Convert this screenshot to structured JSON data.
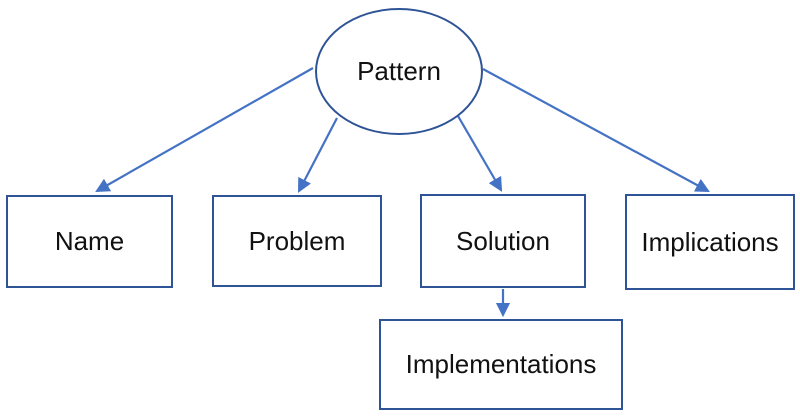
{
  "diagram": {
    "root": {
      "label": "Pattern"
    },
    "nodes": [
      {
        "id": "name",
        "label": "Name"
      },
      {
        "id": "problem",
        "label": "Problem"
      },
      {
        "id": "solution",
        "label": "Solution"
      },
      {
        "id": "implications",
        "label": "Implications"
      },
      {
        "id": "implementations",
        "label": "Implementations"
      }
    ],
    "edges": [
      {
        "from": "pattern",
        "to": "name"
      },
      {
        "from": "pattern",
        "to": "problem"
      },
      {
        "from": "pattern",
        "to": "solution"
      },
      {
        "from": "pattern",
        "to": "implications"
      },
      {
        "from": "solution",
        "to": "implementations"
      }
    ],
    "colors": {
      "node_border": "#2F5496",
      "arrow": "#4472C4",
      "text": "#111111",
      "background": "#FFFFFF"
    }
  }
}
